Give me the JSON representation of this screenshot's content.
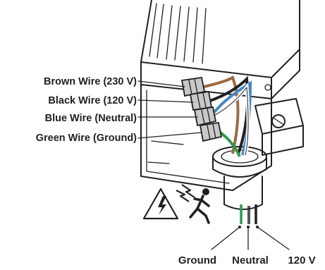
{
  "labels": {
    "brown": "Brown Wire (230 V)",
    "black": "Black Wire (120 V)",
    "blue": "Blue Wire (Neutral)",
    "green": "Green Wire (Ground)"
  },
  "bottom_labels": {
    "ground": "Ground",
    "neutral": "Neutral",
    "volts": "120 V"
  },
  "colors": {
    "brown_wire": "#9b6a43",
    "black_wire": "#231f20",
    "blue_wire": "#4a86c5",
    "green_wire": "#2e9a4f",
    "white_wire": "#ffffff",
    "outline": "#231f20",
    "wire_nut": "#c8c8c8"
  },
  "icons": {
    "warning": "electrical-hazard-warning-icon",
    "shock": "electric-shock-person-icon"
  }
}
